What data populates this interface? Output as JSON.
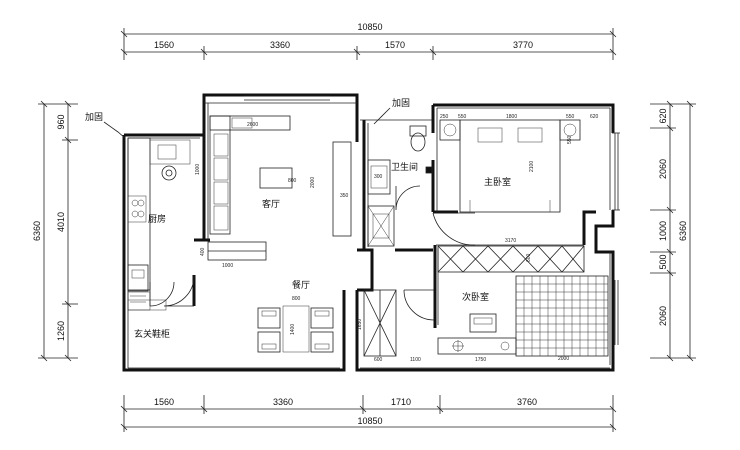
{
  "dimensions": {
    "top_total": "10850",
    "top_segments": [
      "1560",
      "3360",
      "1570",
      "3770"
    ],
    "bottom_segments": [
      "1560",
      "3360",
      "1710",
      "3760"
    ],
    "bottom_total": "10850",
    "left_total": "6360",
    "left_segments": [
      "960",
      "4010",
      "1260"
    ],
    "right_segments": [
      "620",
      "2060",
      "1000",
      "500",
      "2060"
    ],
    "right_total": "6360"
  },
  "rooms": {
    "kitchen": "厨房",
    "living_room": "客厅",
    "dining_room": "餐厅",
    "bathroom": "卫生间",
    "master_bedroom": "主卧室",
    "second_bedroom": "次卧室",
    "entrance_cabinet": "玄关鞋柜"
  },
  "notes": {
    "reinforce_left": "加固",
    "reinforce_right": "加固"
  },
  "inner_dims": {
    "sofa_len": "2600",
    "table_w": "800",
    "living_depth": "2000",
    "sofa_depth": "1000",
    "tv_depth": "350",
    "cabinet_len": "1000",
    "cabinet_w": "400",
    "bath_w": "300",
    "bed_len": "1800",
    "bed_depth": "2100",
    "nightstand_l": "550",
    "nightstand_r": "550",
    "master_l": "250",
    "master_r": "620",
    "side_550": "550",
    "wardrobe_len": "3170",
    "wardrobe_d": "600",
    "dining_table": "800",
    "dining_len": "1400",
    "cab_1650": "1650",
    "cab_600": "600",
    "desk_1100": "1100",
    "desk_1750": "1750",
    "floor_2000": "2000",
    "bath_300": "300"
  }
}
